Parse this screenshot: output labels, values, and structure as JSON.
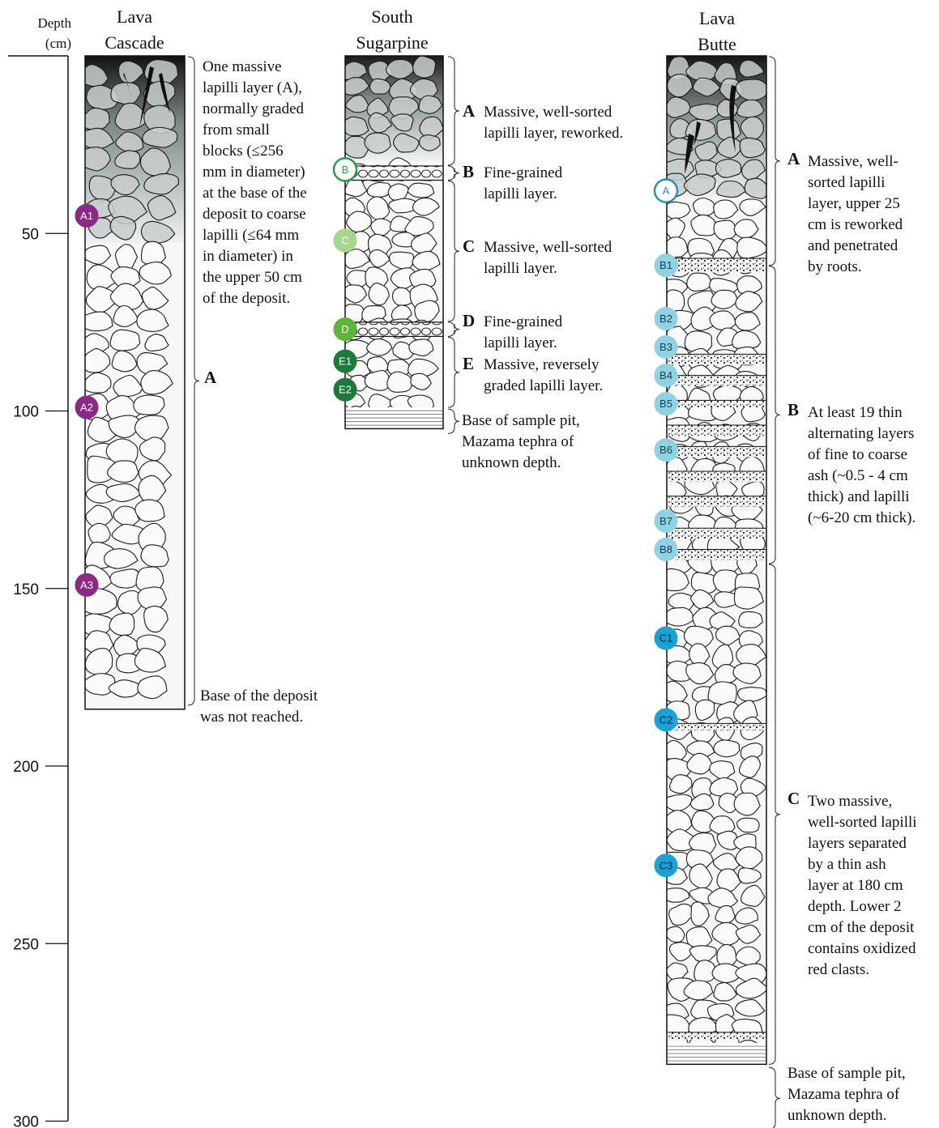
{
  "axis": {
    "title_line1": "Depth",
    "title_line2": "(cm)",
    "ticks": [
      50,
      100,
      150,
      200,
      250,
      300
    ],
    "range": [
      0,
      300
    ]
  },
  "columns": {
    "lava_cascade": {
      "title_line1": "Lava",
      "title_line2": "Cascade",
      "base_depth": 184,
      "markers": [
        {
          "label": "A1",
          "depth": 45,
          "color": "#8b2a86",
          "text_color": "#ffffff"
        },
        {
          "label": "A2",
          "depth": 99,
          "color": "#8b2a86",
          "text_color": "#ffffff"
        },
        {
          "label": "A3",
          "depth": 149,
          "color": "#8b2a86",
          "text_color": "#ffffff"
        }
      ],
      "units": [
        {
          "letter": "",
          "lines": [
            "One massive",
            "lapilli layer (A),",
            "normally graded",
            "from small",
            "blocks (≤256",
            "mm in diameter)",
            "at the base of the",
            "deposit to coarse",
            "lapilli (≤64 mm",
            "in diameter) in",
            "the upper 50 cm",
            "of the deposit."
          ]
        },
        {
          "letter": "A",
          "lines": []
        },
        {
          "letter": "",
          "lines": [
            "Base of the deposit",
            "was not reached."
          ]
        }
      ]
    },
    "south_sugarpine": {
      "title_line1": "South",
      "title_line2": "Sugarpine",
      "base_depth": 105,
      "markers": [
        {
          "label": "B",
          "depth": 32,
          "color": "#ffffff",
          "stroke": "#2c9a4a",
          "text_color": "#2c9a4a"
        },
        {
          "label": "C",
          "depth": 52,
          "color": "#a8d590",
          "text_color": "#ffffff"
        },
        {
          "label": "D",
          "depth": 77,
          "color": "#5eb43c",
          "text_color": "#ffffff"
        },
        {
          "label": "E1",
          "depth": 86,
          "color": "#1e7a3a",
          "text_color": "#ffffff"
        },
        {
          "label": "E2",
          "depth": 94,
          "color": "#1e7a3a",
          "text_color": "#ffffff"
        }
      ],
      "units": [
        {
          "letter": "A",
          "lines": [
            "Massive, well-sorted",
            "lapilli layer, reworked."
          ]
        },
        {
          "letter": "B",
          "lines": [
            "Fine-grained",
            "lapilli layer."
          ]
        },
        {
          "letter": "C",
          "lines": [
            "Massive, well-sorted",
            "lapilli layer."
          ]
        },
        {
          "letter": "D",
          "lines": [
            "Fine-grained",
            "lapilli layer."
          ]
        },
        {
          "letter": "E",
          "lines": [
            "Massive, reversely",
            "graded lapilli layer."
          ]
        },
        {
          "letter": "",
          "lines": [
            "Base of sample pit,",
            "Mazama tephra of",
            "unknown depth."
          ]
        }
      ]
    },
    "lava_butte": {
      "title_line1": "Lava",
      "title_line2": "Butte",
      "base_depth": 284,
      "markers": [
        {
          "label": "A",
          "depth": 38,
          "color": "#ffffff",
          "stroke": "#2a8fc0",
          "text_color": "#2a8fc0"
        },
        {
          "label": "B1",
          "depth": 59,
          "color": "#8fd2e3",
          "text_color": "#1d3c52"
        },
        {
          "label": "B2",
          "depth": 74,
          "color": "#8fd2e3",
          "text_color": "#1d3c52"
        },
        {
          "label": "B3",
          "depth": 82,
          "color": "#8fd2e3",
          "text_color": "#1d3c52"
        },
        {
          "label": "B4",
          "depth": 90,
          "color": "#8fd2e3",
          "text_color": "#1d3c52"
        },
        {
          "label": "B5",
          "depth": 98,
          "color": "#8fd2e3",
          "text_color": "#1d3c52"
        },
        {
          "label": "B6",
          "depth": 111,
          "color": "#8fd2e3",
          "text_color": "#1d3c52"
        },
        {
          "label": "B7",
          "depth": 131,
          "color": "#8fd2e3",
          "text_color": "#1d3c52"
        },
        {
          "label": "B8",
          "depth": 139,
          "color": "#8fd2e3",
          "text_color": "#1d3c52"
        },
        {
          "label": "C1",
          "depth": 164,
          "color": "#1aa2d6",
          "text_color": "#0b2a40"
        },
        {
          "label": "C2",
          "depth": 187,
          "color": "#1aa2d6",
          "text_color": "#0b2a40"
        },
        {
          "label": "C3",
          "depth": 228,
          "color": "#1aa2d6",
          "text_color": "#0b2a40"
        }
      ],
      "units": [
        {
          "letter": "A",
          "lines": [
            "Massive, well-",
            "sorted lapilli",
            "layer, upper 25",
            "cm is reworked",
            "and penetrated",
            "by roots."
          ]
        },
        {
          "letter": "B",
          "lines": [
            "At least 19 thin",
            "alternating layers",
            "of fine to coarse",
            "ash (~0.5 - 4 cm",
            "thick) and lapilli",
            "(~6-20 cm thick)."
          ]
        },
        {
          "letter": "C",
          "lines": [
            "Two massive,",
            "well-sorted lapilli",
            "layers separated",
            "by a thin ash",
            "layer at 180 cm",
            "depth. Lower 2",
            "cm of the deposit",
            "contains oxidized",
            "red clasts."
          ]
        },
        {
          "letter": "",
          "lines": [
            "Base of sample pit,",
            "Mazama tephra of",
            "unknown depth."
          ]
        }
      ]
    }
  }
}
